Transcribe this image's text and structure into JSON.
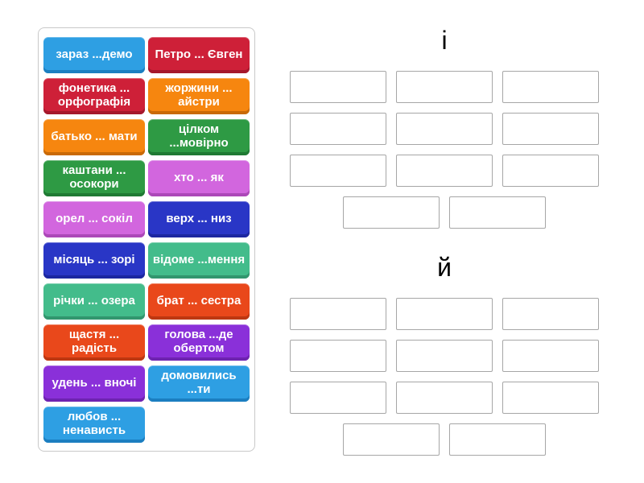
{
  "word_bank": {
    "tiles": [
      {
        "label": "зараз ...демо",
        "color": "skyblue"
      },
      {
        "label": "Петро ... Євген",
        "color": "crimson"
      },
      {
        "label": "фонетика ... орфографія",
        "color": "crimson"
      },
      {
        "label": "жоржини ... айстри",
        "color": "orange"
      },
      {
        "label": "батько ... мати",
        "color": "orange"
      },
      {
        "label": "цілком ...мовірно",
        "color": "green"
      },
      {
        "label": "каштани ... осокори",
        "color": "green"
      },
      {
        "label": "хто ... як",
        "color": "orchid"
      },
      {
        "label": "орел ... сокіл",
        "color": "orchid"
      },
      {
        "label": "верх ... низ",
        "color": "royalblue"
      },
      {
        "label": "місяць ... зорі",
        "color": "royalblue"
      },
      {
        "label": "відоме ...мення",
        "color": "mint"
      },
      {
        "label": "річки ... озера",
        "color": "mint"
      },
      {
        "label": "брат ... сестра",
        "color": "orangered"
      },
      {
        "label": "щастя ... радість",
        "color": "orangered"
      },
      {
        "label": "голова ...де обертом",
        "color": "purple"
      },
      {
        "label": "удень ... вночі",
        "color": "purple"
      },
      {
        "label": "домовились ...ти",
        "color": "skyblue"
      },
      {
        "label": "любов ... ненависть",
        "color": "skyblue"
      }
    ]
  },
  "groups": [
    {
      "label": "і",
      "slot_count": 11
    },
    {
      "label": "й",
      "slot_count": 11
    }
  ],
  "palette": {
    "skyblue": {
      "base": "#2E9FE3",
      "shade": "#1B7EC0"
    },
    "crimson": {
      "base": "#CE2038",
      "shade": "#A5182C"
    },
    "orange": {
      "base": "#F6860F",
      "shade": "#C96A07"
    },
    "green": {
      "base": "#2E9A44",
      "shade": "#1F7A33"
    },
    "orchid": {
      "base": "#D266DE",
      "shade": "#AC48B8"
    },
    "royalblue": {
      "base": "#2936C6",
      "shade": "#1C27A0"
    },
    "mint": {
      "base": "#43BC8B",
      "shade": "#32966E"
    },
    "orangered": {
      "base": "#E9481B",
      "shade": "#BD3711"
    },
    "purple": {
      "base": "#8A30D9",
      "shade": "#6E23B0"
    }
  }
}
